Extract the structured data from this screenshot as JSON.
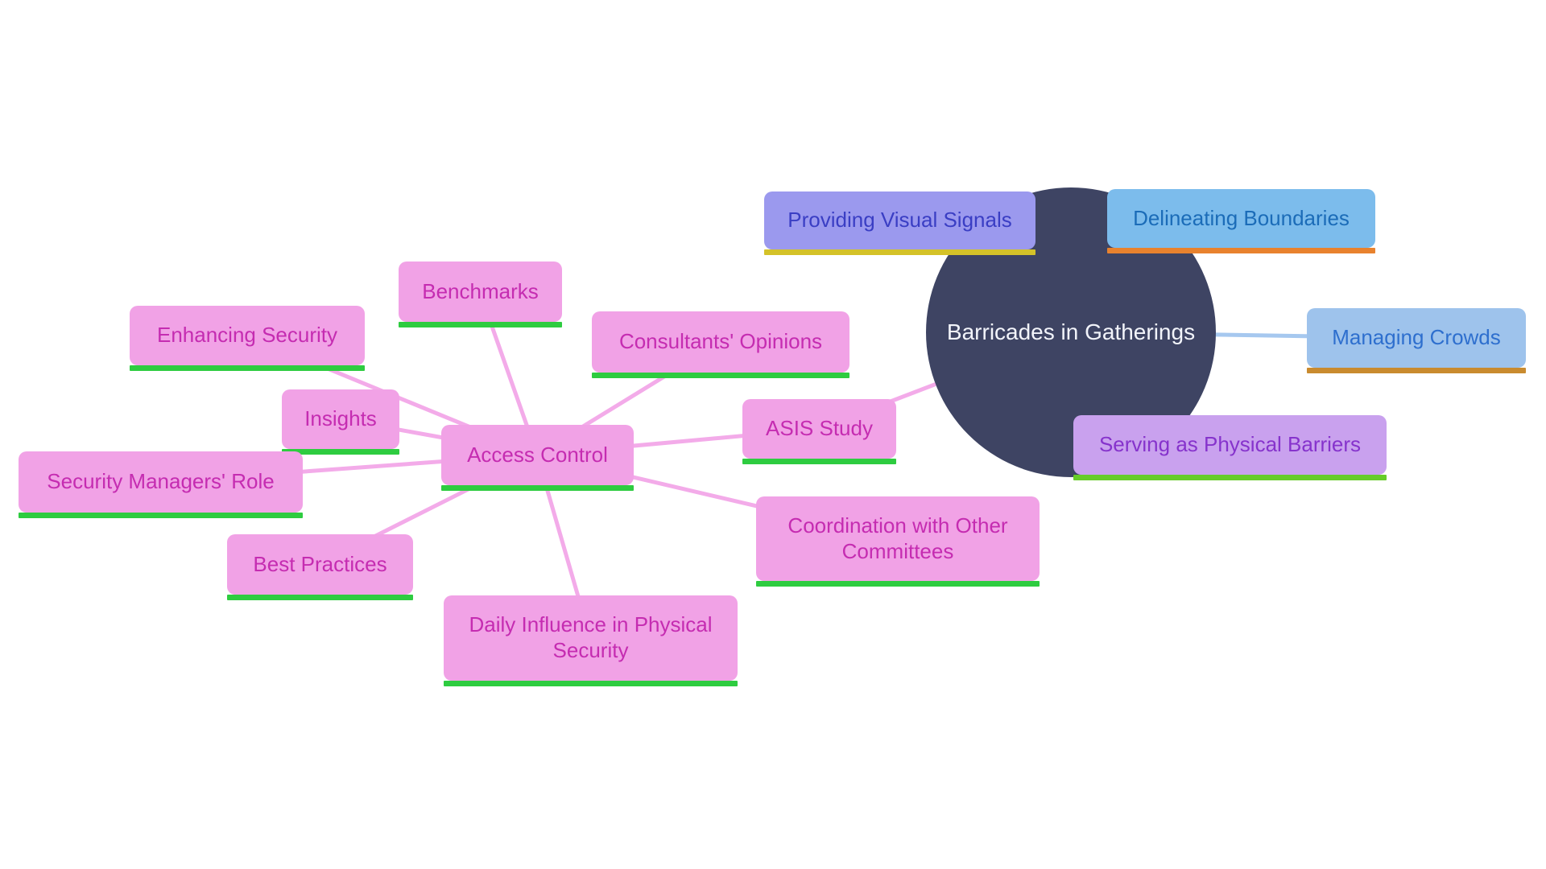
{
  "mindmap": {
    "central_id": "central",
    "nodes": [
      {
        "id": "central",
        "label": "Barricades in Gatherings"
      },
      {
        "id": "providing-visual-signals",
        "label": "Providing Visual Signals"
      },
      {
        "id": "delineating-boundaries",
        "label": "Delineating Boundaries"
      },
      {
        "id": "managing-crowds",
        "label": "Managing Crowds"
      },
      {
        "id": "serving-as-physical-barriers",
        "label": "Serving as Physical Barriers"
      },
      {
        "id": "access-control",
        "label": "Access Control"
      },
      {
        "id": "benchmarks",
        "label": "Benchmarks"
      },
      {
        "id": "enhancing-security",
        "label": "Enhancing Security"
      },
      {
        "id": "insights",
        "label": "Insights"
      },
      {
        "id": "security-managers-role",
        "label": "Security Managers' Role"
      },
      {
        "id": "best-practices",
        "label": "Best Practices"
      },
      {
        "id": "daily-influence",
        "label": "Daily Influence in Physical Security"
      },
      {
        "id": "consultants-opinions",
        "label": "Consultants' Opinions"
      },
      {
        "id": "asis-study",
        "label": "ASIS Study"
      },
      {
        "id": "coordination-committees",
        "label": "Coordination with Other Committees"
      }
    ],
    "edges": [
      {
        "from": "access-control",
        "to": "benchmarks",
        "style": "pink"
      },
      {
        "from": "access-control",
        "to": "enhancing-security",
        "style": "pink"
      },
      {
        "from": "access-control",
        "to": "insights",
        "style": "pink"
      },
      {
        "from": "access-control",
        "to": "security-managers-role",
        "style": "pink"
      },
      {
        "from": "access-control",
        "to": "best-practices",
        "style": "pink"
      },
      {
        "from": "access-control",
        "to": "daily-influence",
        "style": "pink"
      },
      {
        "from": "access-control",
        "to": "consultants-opinions",
        "style": "pink"
      },
      {
        "from": "access-control",
        "to": "asis-study",
        "style": "pink"
      },
      {
        "from": "access-control",
        "to": "coordination-committees",
        "style": "pink"
      },
      {
        "from": "central",
        "to": "asis-study",
        "style": "pink"
      },
      {
        "from": "central",
        "to": "managing-crowds",
        "style": "blue"
      },
      {
        "from": "central",
        "to": "providing-visual-signals",
        "style": "periwinkle"
      },
      {
        "from": "central",
        "to": "delineating-boundaries",
        "style": "blue"
      },
      {
        "from": "central",
        "to": "serving-as-physical-barriers",
        "style": "lavender"
      }
    ]
  },
  "colors": {
    "background": "#ffffff",
    "central_fill": "#3e4463",
    "central_text": "#f2f4fa",
    "pink_node_fill": "#f1a2e6",
    "pink_node_text": "#c52cb1",
    "green_underline": "#2ecc40",
    "periwinkle_fill": "#9b99ee",
    "indigo_text": "#3a3ec4",
    "yellow_underline": "#d4c229",
    "sky_blue_fill": "#7cbcec",
    "blue_text": "#1b6cb8",
    "orange_underline": "#e8822e",
    "soft_blue_fill": "#9ec3ec",
    "medium_blue_text": "#2e6fce",
    "ochre_underline": "#c98b2f",
    "lavender_fill": "#c9a1ee",
    "purple_text": "#8633cc",
    "lime_underline": "#66cc29",
    "edge_colors": {
      "pink": "#f3abe9",
      "blue": "#a6c8ef",
      "periwinkle": "#b6b3f3",
      "lavender": "#d7b8f4"
    }
  }
}
